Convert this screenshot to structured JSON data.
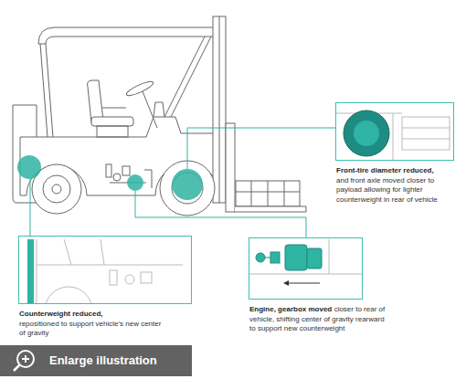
{
  "diagram": {
    "nodes": [
      {
        "text": [
          "Front-tire diameter reduced,",
          "and front axle moved closer to payload allowing for lighter counterweight in rear of vehicle"
        ]
      },
      {
        "text": [
          "Counterweight reduced,",
          "repositioned to support vehicle's new center of gravity"
        ]
      },
      {
        "text": [
          "Engine, gearbox moved",
          "closer to rear of vehicle, shifting center of gravity rearward to support new counterweight"
        ]
      },
      {
        "text": [
          "Enlarge illustration"
        ]
      }
    ]
  }
}
